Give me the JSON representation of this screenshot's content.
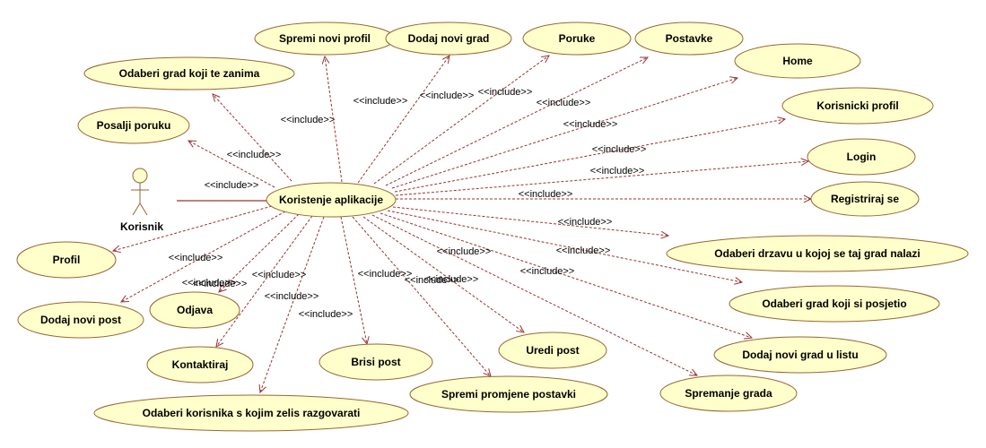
{
  "actor": {
    "name": "Korisnik"
  },
  "center": {
    "label": "Koristenje aplikacije"
  },
  "relation_label": "<<include>>",
  "use_cases": [
    {
      "id": "odaberi-grad-zanima",
      "label": "Odaberi grad koji te zanima"
    },
    {
      "id": "spremi-novi-profil",
      "label": "Spremi novi profil"
    },
    {
      "id": "dodaj-novi-grad",
      "label": "Dodaj novi grad"
    },
    {
      "id": "poruke",
      "label": "Poruke"
    },
    {
      "id": "postavke",
      "label": "Postavke"
    },
    {
      "id": "home",
      "label": "Home"
    },
    {
      "id": "korisnicki-profil",
      "label": "Korisnicki profil"
    },
    {
      "id": "login",
      "label": "Login"
    },
    {
      "id": "registriraj-se",
      "label": "Registriraj se"
    },
    {
      "id": "odaberi-drzavu",
      "label": "Odaberi drzavu u kojoj se taj grad nalazi"
    },
    {
      "id": "odaberi-grad-posjetio",
      "label": "Odaberi grad koji si posjetio"
    },
    {
      "id": "dodaj-novi-grad-listu",
      "label": "Dodaj novi grad u listu"
    },
    {
      "id": "spremanje-grada",
      "label": "Spremanje grada"
    },
    {
      "id": "uredi-post",
      "label": "Uredi post"
    },
    {
      "id": "spremi-promjene-postavki",
      "label": "Spremi promjene postavki"
    },
    {
      "id": "brisi-post",
      "label": "Brisi post"
    },
    {
      "id": "odaberi-korisnika",
      "label": "Odaberi korisnika s kojim zelis razgovarati"
    },
    {
      "id": "kontaktiraj",
      "label": "Kontaktiraj"
    },
    {
      "id": "odjava",
      "label": "Odjava"
    },
    {
      "id": "dodaj-novi-post",
      "label": "Dodaj novi post"
    },
    {
      "id": "profil",
      "label": "Profil"
    },
    {
      "id": "posalji-poruku",
      "label": "Posalji poruku"
    }
  ]
}
